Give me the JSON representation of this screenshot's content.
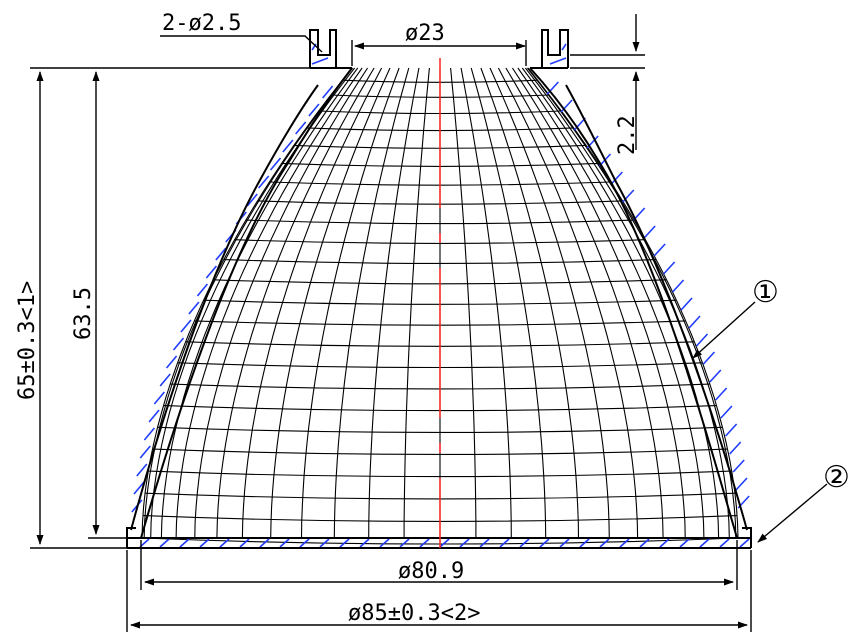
{
  "drawing": {
    "colors": {
      "outline": "#000000",
      "hatch": "#1f3cff",
      "centerline": "#ff2020"
    },
    "dimensions": {
      "hole_spec": "2-ø2.5",
      "top_diameter": "ø23",
      "lip_depth": "2.2",
      "overall_height": "65±0.3<1>",
      "inner_height": "63.5",
      "inner_bottom_diameter": "ø80.9",
      "outer_bottom_diameter": "ø85±0.3<2>"
    },
    "callouts": [
      {
        "label": "①"
      },
      {
        "label": "②"
      }
    ]
  }
}
